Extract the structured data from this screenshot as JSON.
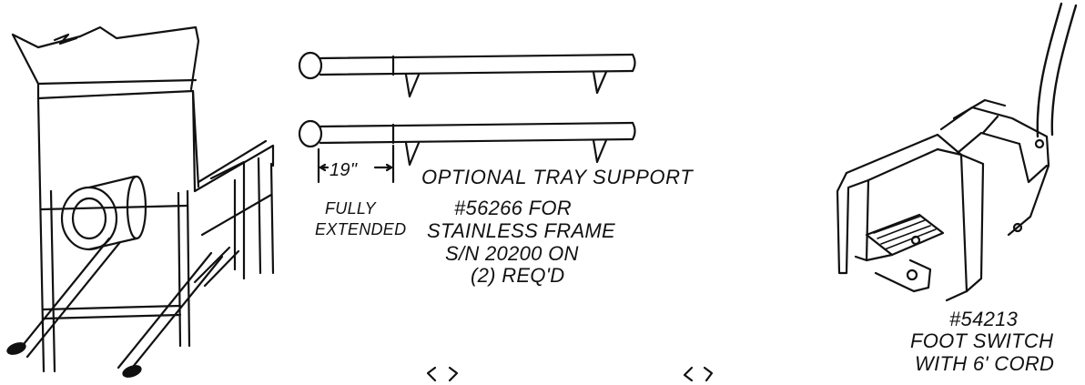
{
  "labels": {
    "dimension_value": "19\"",
    "dimension_note_1": "FULLY",
    "dimension_note_2": "EXTENDED",
    "tray_title": "OPTIONAL TRAY SUPPORT",
    "tray_line_1": "#56266 FOR",
    "tray_line_2": "STAINLESS FRAME",
    "tray_line_3": "S/N 20200 ON",
    "tray_line_4": "(2) REQ'D",
    "foot_switch_line_1": "#54213",
    "foot_switch_line_2": "FOOT SWITCH",
    "foot_switch_line_3": "WITH 6' CORD"
  },
  "colors": {
    "ink": "#111111",
    "paper": "#ffffff"
  }
}
